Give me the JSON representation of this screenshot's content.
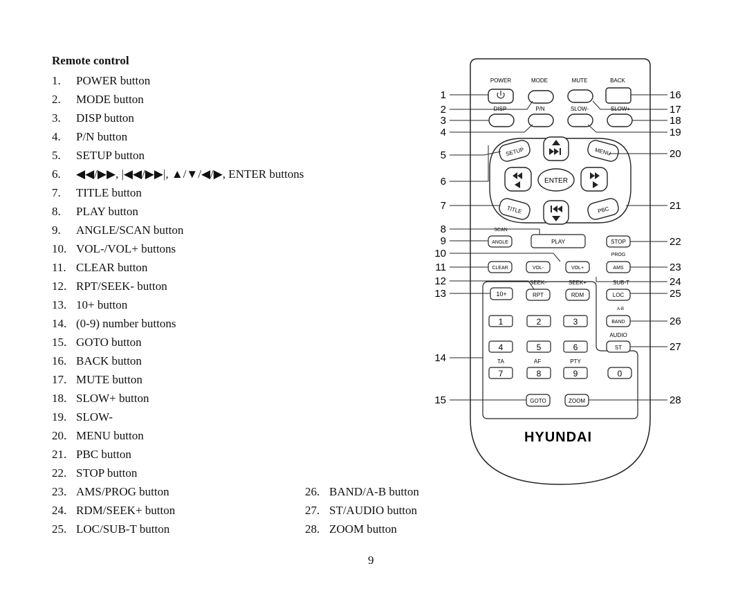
{
  "heading": "Remote control",
  "list_left": [
    {
      "num": "1.",
      "text": "POWER button"
    },
    {
      "num": "2.",
      "text": "MODE button"
    },
    {
      "num": "3.",
      "text": "DISP button"
    },
    {
      "num": "4.",
      "text": "P/N button"
    },
    {
      "num": "5.",
      "text": "SETUP button"
    },
    {
      "num": "6.",
      "text": "◀◀/▶▶, |◀◀/▶▶|, ▲/▼/◀/▶, ENTER buttons"
    },
    {
      "num": "7.",
      "text": "TITLE button"
    },
    {
      "num": "8.",
      "text": "PLAY button"
    },
    {
      "num": "9.",
      "text": "ANGLE/SCAN button"
    },
    {
      "num": "10.",
      "text": "VOL-/VOL+ buttons"
    },
    {
      "num": "11.",
      "text": "CLEAR button"
    },
    {
      "num": "12.",
      "text": "RPT/SEEK- button"
    },
    {
      "num": "13.",
      "text": "10+ button"
    },
    {
      "num": "14.",
      "text": "(0-9) number buttons"
    },
    {
      "num": "15.",
      "text": "GOTO button"
    },
    {
      "num": "16.",
      "text": "BACK button"
    },
    {
      "num": "17.",
      "text": "MUTE button"
    },
    {
      "num": "18.",
      "text": "SLOW+ button"
    },
    {
      "num": "19.",
      "text": "SLOW-"
    },
    {
      "num": "20.",
      "text": "MENU button"
    },
    {
      "num": "21.",
      "text": "PBC button"
    },
    {
      "num": "22.",
      "text": "STOP button"
    },
    {
      "num": "23.",
      "text": "AMS/PROG button"
    },
    {
      "num": "24.",
      "text": "RDM/SEEK+ button"
    },
    {
      "num": "25.",
      "text": "LOC/SUB-T button"
    }
  ],
  "list_right": [
    {
      "num": "26.",
      "text": "BAND/A-B button"
    },
    {
      "num": "27.",
      "text": "ST/AUDIO button"
    },
    {
      "num": "28.",
      "text": "ZOOM button"
    }
  ],
  "page_number": "9",
  "remote": {
    "brand": "HYUNDAI",
    "labels": {
      "power": "POWER",
      "mode": "MODE",
      "mute": "MUTE",
      "back": "BACK",
      "disp": "DISP",
      "pn": "P/N",
      "slow_minus": "SLOW-",
      "slow_plus": "SLOW+",
      "setup": "SETUP",
      "menu": "MENU",
      "enter": "ENTER",
      "title": "TITLE",
      "pbc": "PBC",
      "scan": "SCAN",
      "angle": "ANGLE",
      "play": "PLAY",
      "stop": "STOP",
      "prog": "PROG",
      "clear": "CLEAR",
      "vol_minus": "VOL-",
      "vol_plus": "VOL+",
      "ams": "AMS",
      "seek_minus": "SEEK-",
      "seek_plus": "SEEK+",
      "sub_t": "SUB-T",
      "rpt": "RPT",
      "rdm": "RDM",
      "loc": "LOC",
      "ten_plus": "10+",
      "ab": "A-B",
      "band": "BAND",
      "audio": "AUDIO",
      "st": "ST",
      "ta": "TA",
      "af": "AF",
      "pty": "PTY",
      "goto": "GOTO",
      "zoom": "ZOOM",
      "d1": "1",
      "d2": "2",
      "d3": "3",
      "d4": "4",
      "d5": "5",
      "d6": "6",
      "d7": "7",
      "d8": "8",
      "d9": "9",
      "d0": "0"
    },
    "callouts_left": [
      "1",
      "2",
      "3",
      "4",
      "5",
      "6",
      "7",
      "8",
      "9",
      "10",
      "11",
      "12",
      "13",
      "14",
      "15"
    ],
    "callouts_right": [
      "16",
      "17",
      "18",
      "19",
      "20",
      "21",
      "22",
      "23",
      "24",
      "25",
      "26",
      "27",
      "28"
    ]
  }
}
